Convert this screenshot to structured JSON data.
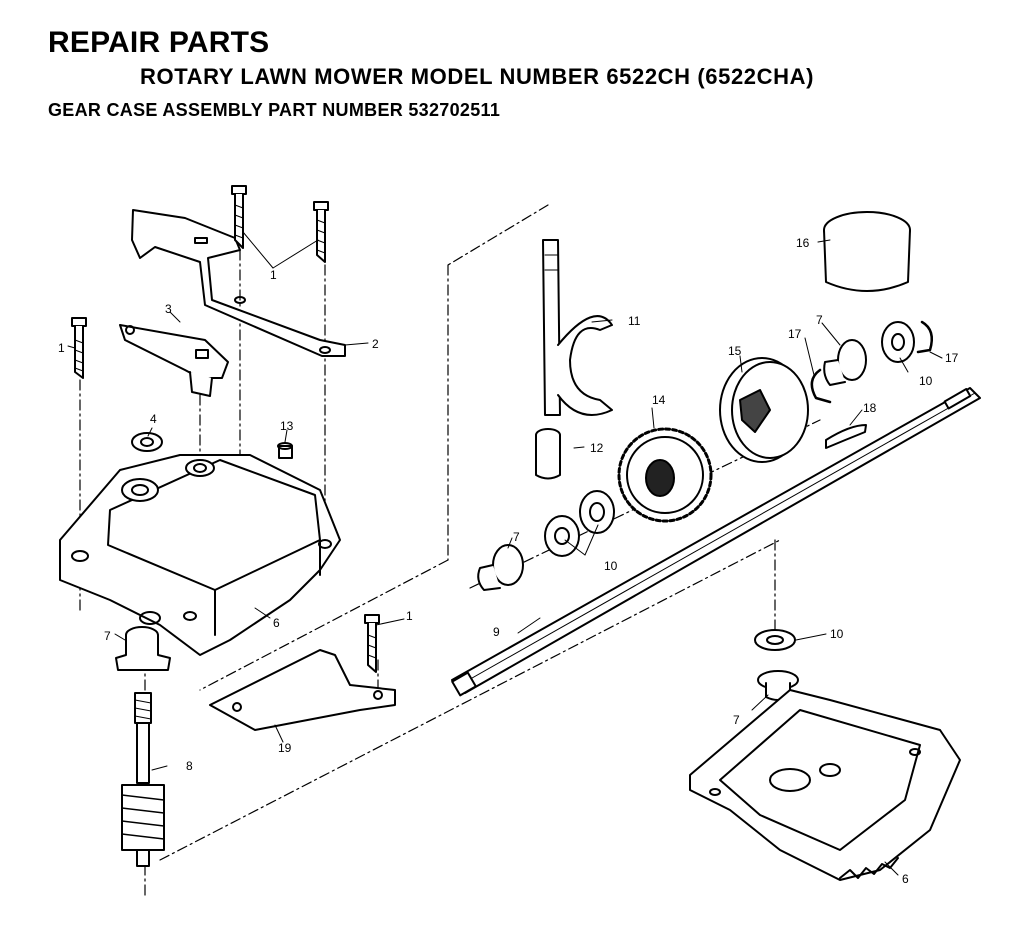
{
  "header": {
    "title": "REPAIR PARTS",
    "subtitle": "ROTARY LAWN MOWER MODEL NUMBER 6522CH (6522CHA)",
    "assembly": "GEAR CASE ASSEMBLY PART NUMBER 532702511"
  },
  "callouts": {
    "c1_top": "1",
    "c1_left": "1",
    "c1_mid": "1",
    "c2": "2",
    "c3": "3",
    "c4": "4",
    "c6_case": "6",
    "c6_cover": "6",
    "c7_left": "7",
    "c7_front": "7",
    "c7_right": "7",
    "c7_cover": "7",
    "c8": "8",
    "c9": "9",
    "c10_front": "10",
    "c10_right": "10",
    "c10_cover": "10",
    "c11": "11",
    "c12": "12",
    "c13": "13",
    "c14": "14",
    "c15": "15",
    "c16": "16",
    "c17_a": "17",
    "c17_b": "17",
    "c18": "18",
    "c19": "19"
  }
}
